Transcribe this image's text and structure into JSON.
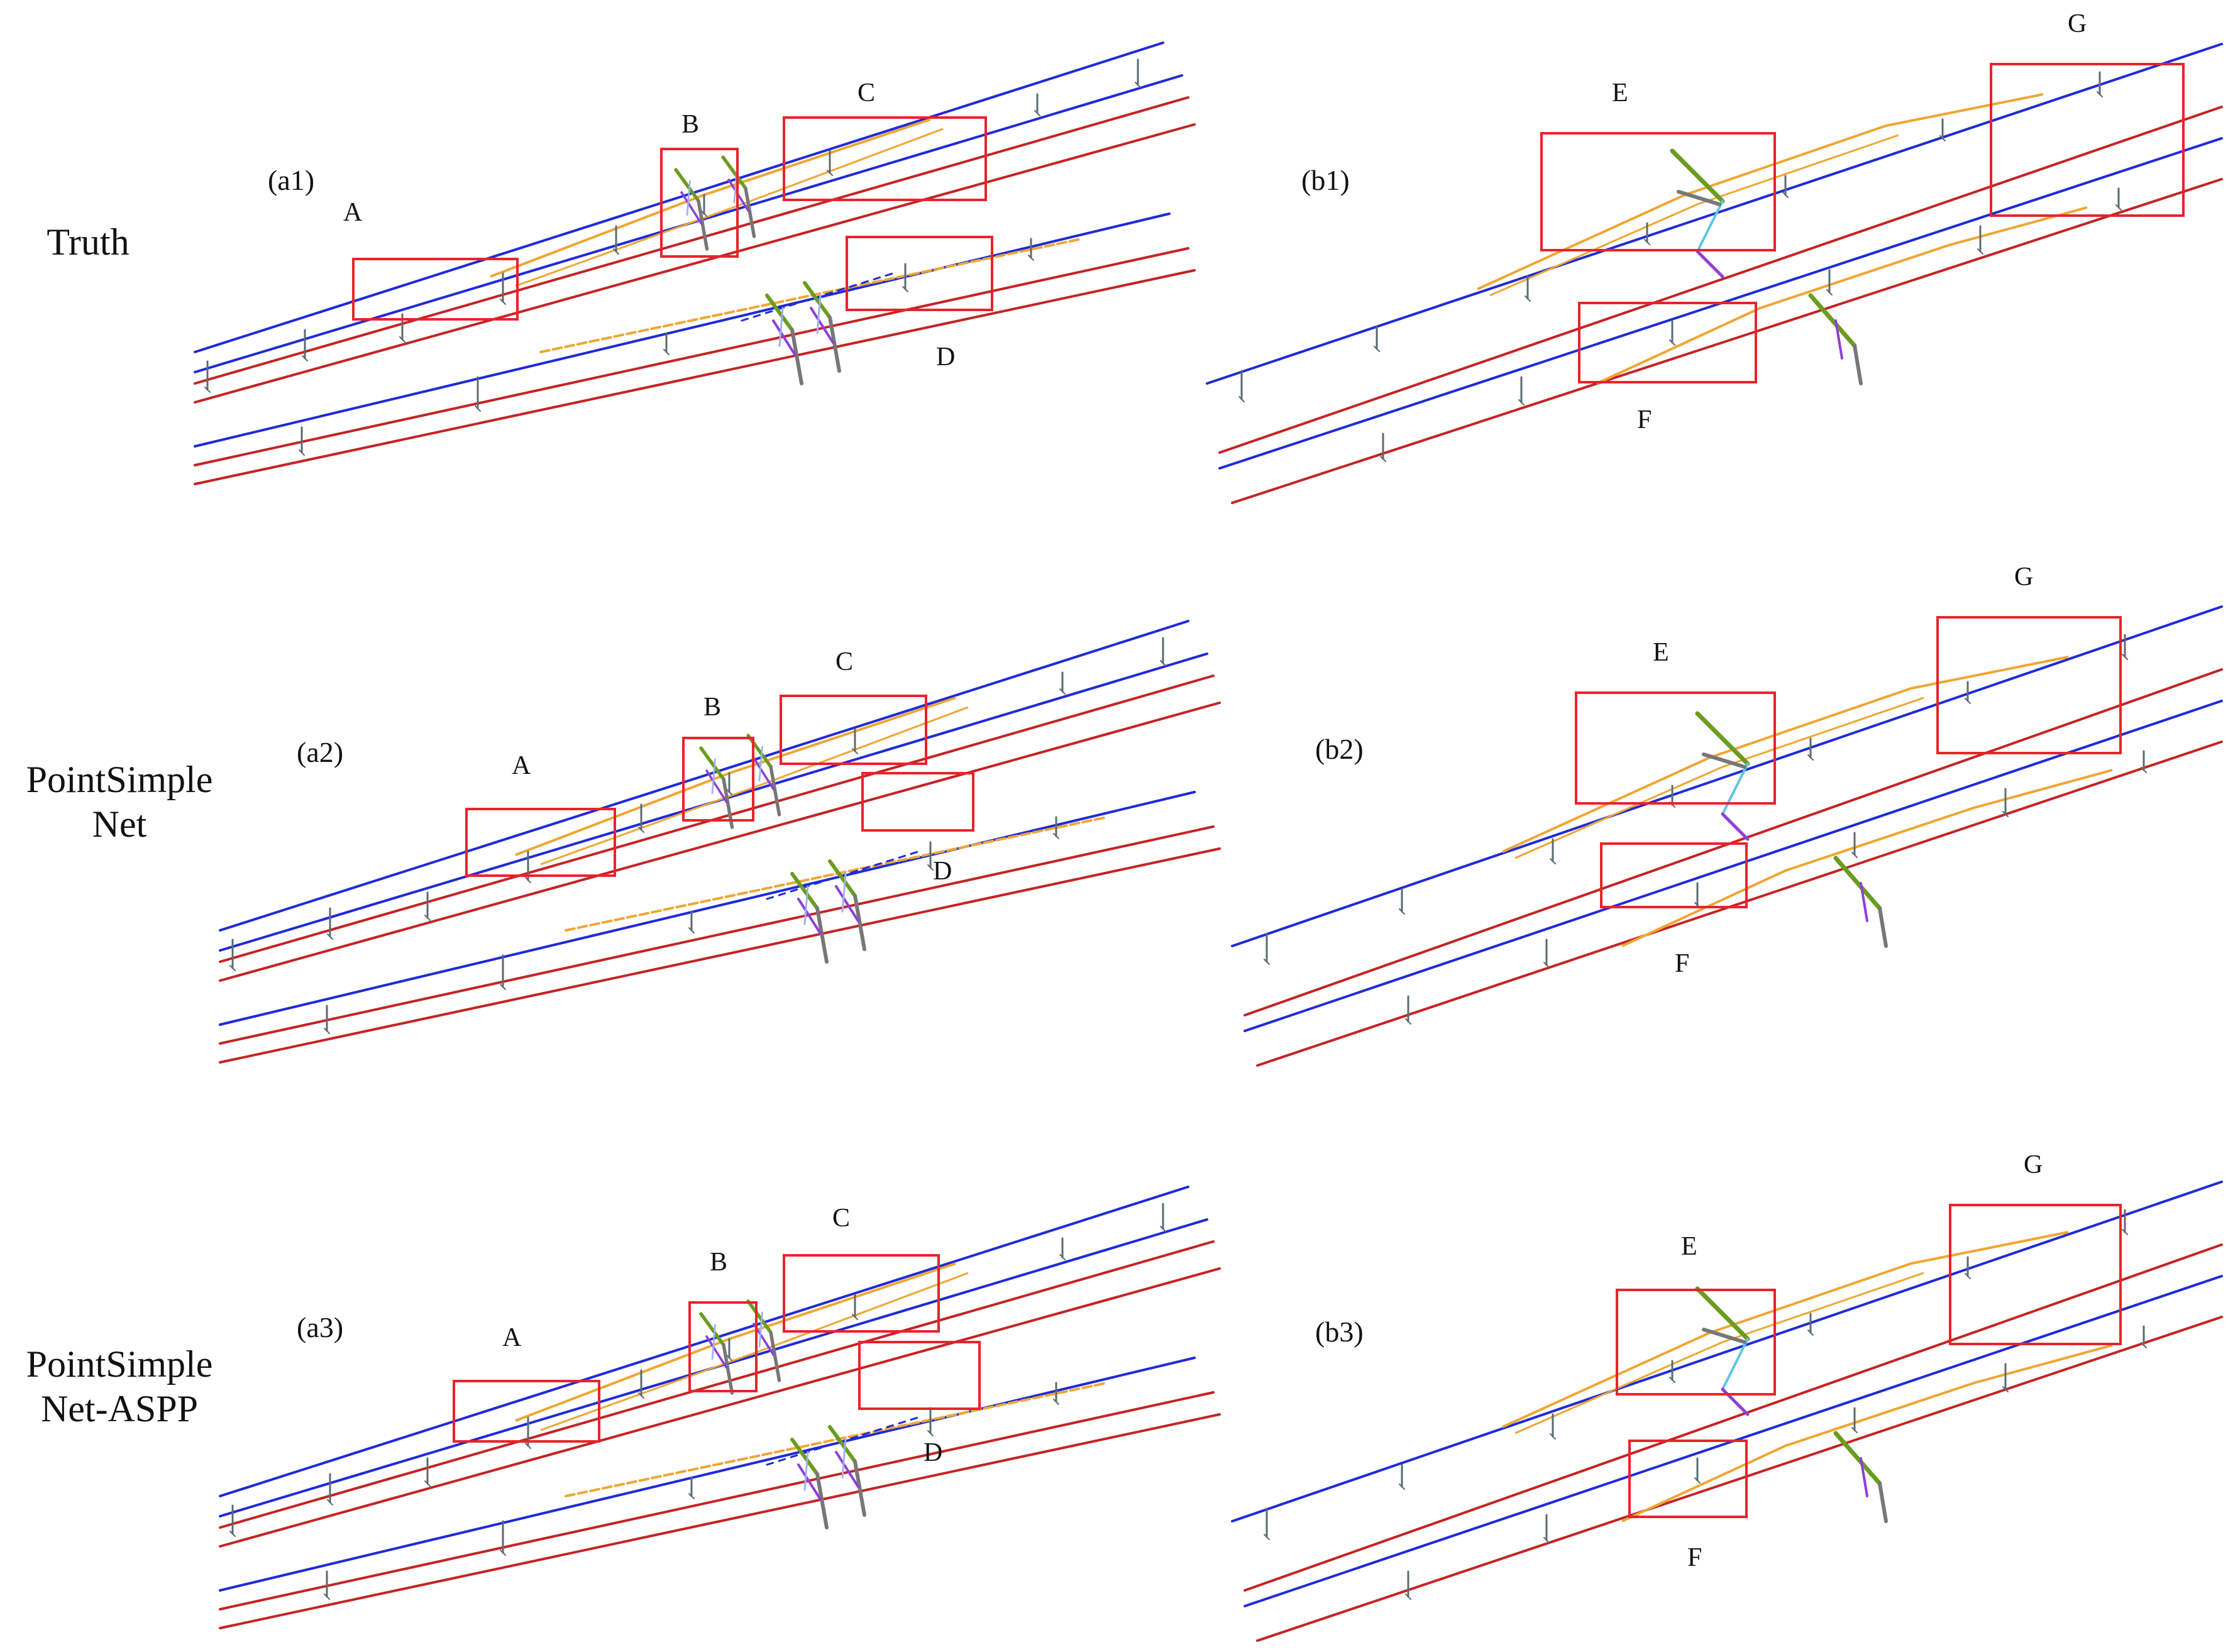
{
  "rows": [
    {
      "label": "Truth"
    },
    {
      "label_line1": "PointSimple",
      "label_line2": "Net"
    },
    {
      "label_line1": "PointSimple",
      "label_line2": "Net-ASPP"
    }
  ],
  "panels": {
    "a1": {
      "tag": "(a1)",
      "boxes": [
        "A",
        "B",
        "C",
        "D"
      ]
    },
    "a2": {
      "tag": "(a2)",
      "boxes": [
        "A",
        "B",
        "C",
        "D"
      ]
    },
    "a3": {
      "tag": "(a3)",
      "boxes": [
        "A",
        "B",
        "C",
        "D"
      ]
    },
    "b1": {
      "tag": "(b1)",
      "boxes": [
        "E",
        "F",
        "G"
      ]
    },
    "b2": {
      "tag": "(b2)",
      "boxes": [
        "E",
        "F",
        "G"
      ]
    },
    "b3": {
      "tag": "(b3)",
      "boxes": [
        "E",
        "F",
        "G"
      ]
    }
  },
  "colors": {
    "contact_wire": "#1f2bd6",
    "rail": "#c42424",
    "catenary": "#f0a633",
    "mast": "#6a9c1e",
    "dropper": "#5a6b70",
    "bracket": "#8f3fd6",
    "insulator": "#5cc7e6",
    "highlight_box": "#e8242b"
  }
}
